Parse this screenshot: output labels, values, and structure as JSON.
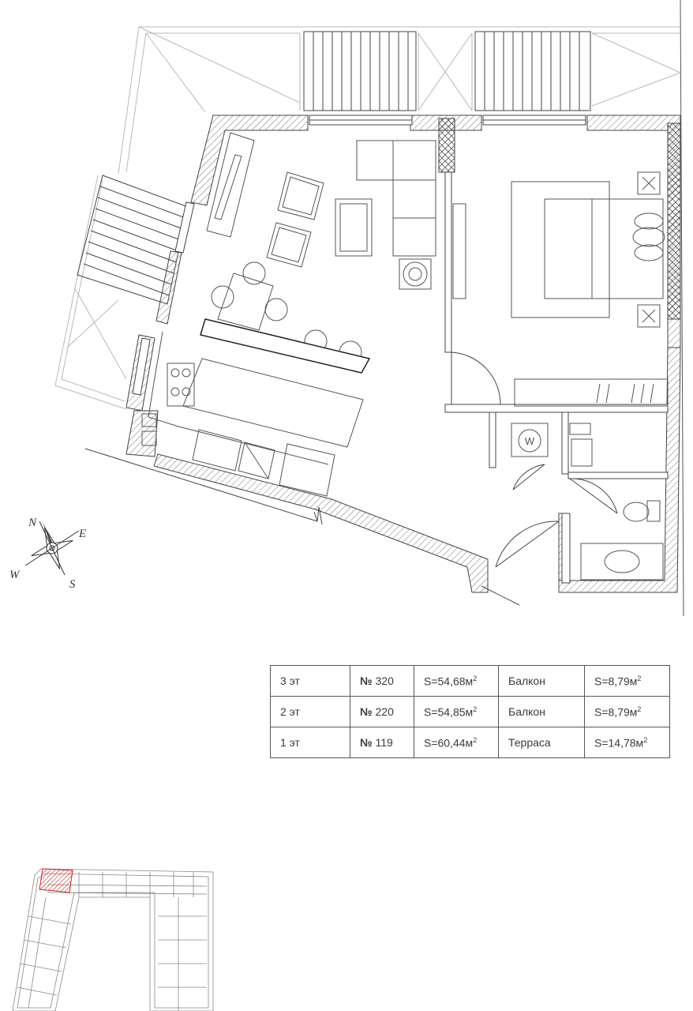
{
  "compass": {
    "n": "N",
    "e": "E",
    "s": "S",
    "w": "W"
  },
  "washer_symbol": "W",
  "units": [
    {
      "floor": "3 эт",
      "number": "320",
      "area": "S=54,68м",
      "outdoor": "Балкон",
      "outdoor_area": "S=8,79м"
    },
    {
      "floor": "2 эт",
      "number": "220",
      "area": "S=54,85м",
      "outdoor": "Балкон",
      "outdoor_area": "S=8,79м"
    },
    {
      "floor": "1 эт",
      "number": "119",
      "area": "S=60,44м",
      "outdoor": "Терраса",
      "outdoor_area": "S=14,78м"
    }
  ],
  "number_sign": "№",
  "square_exponent": "2",
  "colors": {
    "wall_line": "#4a4a4a",
    "light_line": "#b4b4b4",
    "highlight": "#d62020"
  }
}
